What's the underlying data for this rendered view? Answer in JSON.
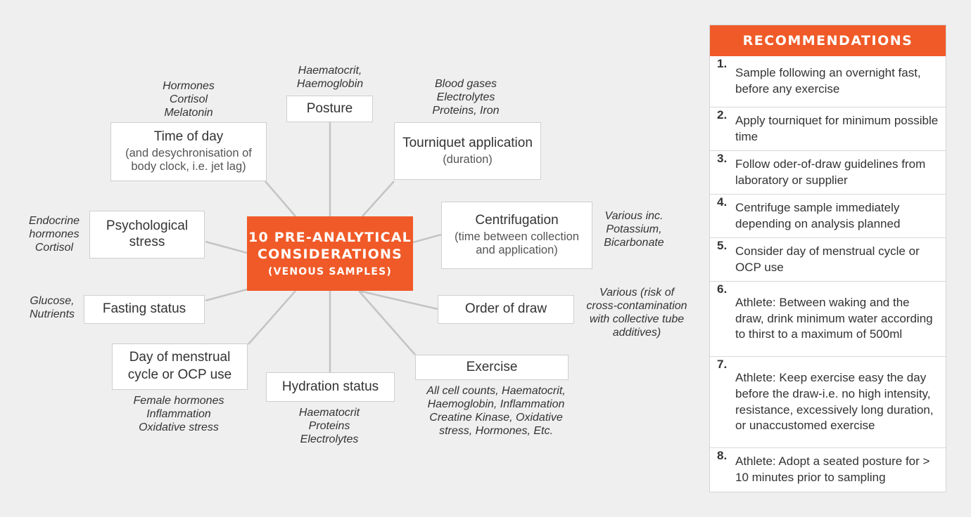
{
  "center": {
    "line1": "10 PRE-ANALYTICAL",
    "line2": "CONSIDERATIONS",
    "line3": "(VENOUS SAMPLES)"
  },
  "nodes": {
    "time_of_day": {
      "title": "Time of day",
      "sub": "(and desychronisation of body clock, i.e. jet lag)",
      "note": "Hormones\nCortisol\nMelatonin"
    },
    "posture": {
      "title": "Posture",
      "note": "Haematocrit,\nHaemoglobin"
    },
    "tourniquet": {
      "title": "Tourniquet application",
      "sub": "(duration)",
      "note": "Blood gases\nElectrolytes\nProteins, Iron"
    },
    "centrifugation": {
      "title": "Centrifugation",
      "sub": "(time between collection and application)",
      "note": "Various inc.\nPotassium,\nBicarbonate"
    },
    "order_of_draw": {
      "title": "Order of draw",
      "note": "Various (risk of\ncross-contamination\nwith collective tube\nadditives)"
    },
    "exercise": {
      "title": "Exercise",
      "note": "All cell counts, Haematocrit,\nHaemoglobin, Inflammation\nCreatine Kinase, Oxidative\nstress, Hormones, Etc."
    },
    "hydration": {
      "title": "Hydration status",
      "note": "Haematocrit\nProteins\nElectrolytes"
    },
    "menstrual": {
      "title": "Day of menstrual cycle or OCP use",
      "note": "Female hormones\nInflammation\nOxidative stress"
    },
    "fasting": {
      "title": "Fasting status",
      "note": "Glucose,\nNutrients"
    },
    "psychological": {
      "title": "Psychological stress",
      "note": "Endocrine\nhormones\nCortisol"
    }
  },
  "recommendations": {
    "title": "RECOMMENDATIONS",
    "items": [
      {
        "num": "1.",
        "text": "Sample following an overnight fast, before any exercise"
      },
      {
        "num": "2.",
        "text": "Apply tourniquet for minimum possible time"
      },
      {
        "num": "3.",
        "text": "Follow oder-of-draw guidelines from laboratory or supplier"
      },
      {
        "num": "4.",
        "text": "Centrifuge sample immediately depending on analysis planned"
      },
      {
        "num": "5.",
        "text": "Consider day of menstrual cycle or OCP use"
      },
      {
        "num": "6.",
        "text": "Athlete: Between waking and the draw, drink minimum water according to thirst to a maximum of 500ml"
      },
      {
        "num": "7.",
        "text": "Athlete: Keep exercise easy the day before the draw-i.e. no high intensity, resistance, excessively long duration, or unaccustomed exercise"
      },
      {
        "num": "8.",
        "text": "Athlete: Adopt a seated posture for > 10 minutes prior to sampling"
      }
    ]
  },
  "colors": {
    "accent": "#f05a28",
    "connector": "#c4c4c4",
    "background": "#efefef"
  }
}
